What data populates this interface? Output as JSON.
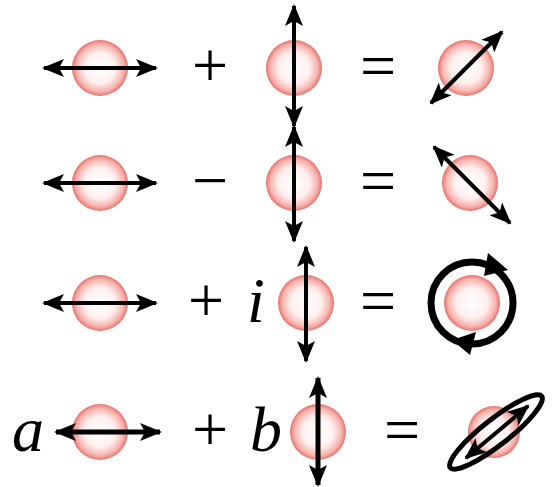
{
  "diagram": {
    "labels": [
      "+",
      "=",
      "−",
      "=",
      "+",
      "i",
      "=",
      "a",
      "+",
      "b",
      "="
    ]
  }
}
